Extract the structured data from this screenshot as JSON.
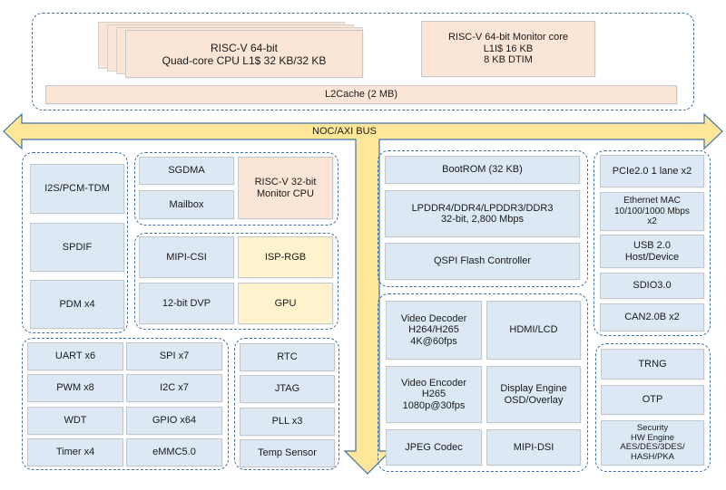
{
  "cpu_complex": {
    "main_cpu": "RISC-V 64-bit\nQuad-core CPU L1$ 32 KB/32 KB",
    "monitor_core": "RISC-V 64-bit Monitor core\nL1I$ 16 KB\n8 KB DTIM",
    "l2cache": "L2Cache (2 MB)"
  },
  "bus": {
    "label": "NOC/AXI BUS",
    "color": "#ffe699"
  },
  "audio": {
    "items": [
      "I2S/PCM-TDM",
      "SPDIF",
      "PDM x4"
    ]
  },
  "dma_group": {
    "sgdma": "SGDMA",
    "mailbox": "Mailbox",
    "monitor_cpu": "RISC-V 32-bit\nMonitor CPU"
  },
  "camera_group": {
    "mipi_csi": "MIPI-CSI",
    "isp": "ISP-RGB",
    "dvp": "12-bit DVP",
    "gpu": "GPU"
  },
  "peripherals": {
    "rows": [
      [
        "UART x6",
        "SPI x7"
      ],
      [
        "PWM x8",
        "I2C x7"
      ],
      [
        "WDT",
        "GPIO x64"
      ],
      [
        "Timer x4",
        "eMMC5.0"
      ]
    ]
  },
  "system": {
    "items": [
      "RTC",
      "JTAG",
      "PLL x3",
      "Temp Sensor"
    ]
  },
  "memory": {
    "bootrom": "BootROM (32 KB)",
    "ddr": "LPDDR4/DDR4/LPDDR3/DDR3\n32-bit, 2,800 Mbps",
    "qspi": "QSPI Flash Controller"
  },
  "multimedia": {
    "video_decoder": "Video Decoder\nH264/H265\n4K@60fps",
    "hdmi": "HDMI/LCD",
    "video_encoder": "Video Encoder\nH265\n1080p@30fps",
    "display_engine": "Display Engine\nOSD/Overlay",
    "jpeg": "JPEG Codec",
    "mipi_dsi": "MIPI-DSI"
  },
  "connectivity": {
    "items": [
      "PCIe2.0 1 lane x2",
      "Ethernet MAC\n10/100/1000 Mbps\nx2",
      "USB 2.0\nHost/Device",
      "SDIO3.0",
      "CAN2.0B x2"
    ]
  },
  "security": {
    "items": [
      "TRNG",
      "OTP",
      "Security\nHW Engine\nAES/DES/3DES/\nHASH/PKA"
    ]
  }
}
